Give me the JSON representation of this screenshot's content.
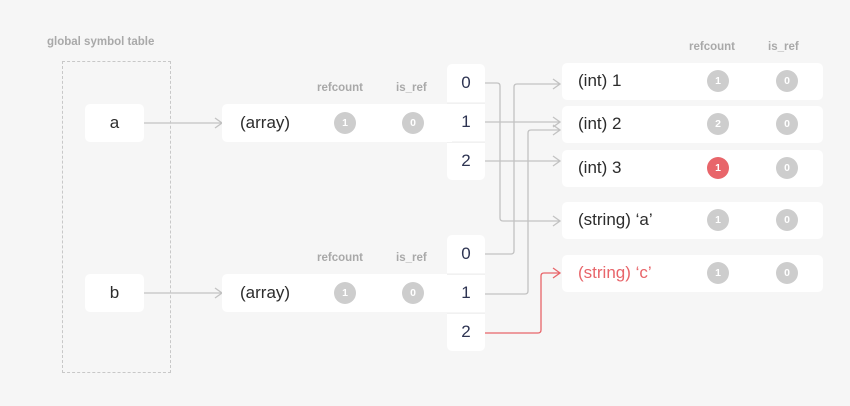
{
  "symbol_table": {
    "title": "global symbol table",
    "variables": [
      {
        "name": "a"
      },
      {
        "name": "b"
      }
    ]
  },
  "arrays": [
    {
      "label": "(array)",
      "header_refcount": "refcount",
      "header_is_ref": "is_ref",
      "refcount": "1",
      "is_ref": "0",
      "indices": [
        "0",
        "1",
        "2"
      ]
    },
    {
      "label": "(array)",
      "header_refcount": "refcount",
      "header_is_ref": "is_ref",
      "refcount": "1",
      "is_ref": "0",
      "indices": [
        "0",
        "1",
        "2"
      ]
    }
  ],
  "values": {
    "header_refcount": "refcount",
    "header_is_ref": "is_ref",
    "items": [
      {
        "label": "(int) 1",
        "refcount": "1",
        "is_ref": "0",
        "highlight": false
      },
      {
        "label": "(int) 2",
        "refcount": "2",
        "is_ref": "0",
        "highlight": false
      },
      {
        "label": "(int) 3",
        "refcount": "1",
        "is_ref": "0",
        "highlight": "refcount"
      },
      {
        "label": "(string) ‘a’",
        "refcount": "1",
        "is_ref": "0",
        "highlight": false
      },
      {
        "label": "(string) ‘c’",
        "refcount": "1",
        "is_ref": "0",
        "highlight": "label"
      }
    ]
  },
  "connections": [
    {
      "from": "a",
      "to": "array-a"
    },
    {
      "from": "b",
      "to": "array-b"
    },
    {
      "from": "array-a[0]",
      "to": "(string) ‘a’"
    },
    {
      "from": "array-a[1]",
      "to": "(int) 2"
    },
    {
      "from": "array-a[2]",
      "to": "(int) 3"
    },
    {
      "from": "array-b[0]",
      "to": "(int) 1"
    },
    {
      "from": "array-b[1]",
      "to": "(int) 2"
    },
    {
      "from": "array-b[2]",
      "to": "(string) ‘c’",
      "highlight": true
    }
  ],
  "colors": {
    "accent_red": "#e8656a",
    "badge_gray": "#cdcdcd",
    "connector_gray": "#c2c2c2",
    "background": "#f6f6f6"
  }
}
